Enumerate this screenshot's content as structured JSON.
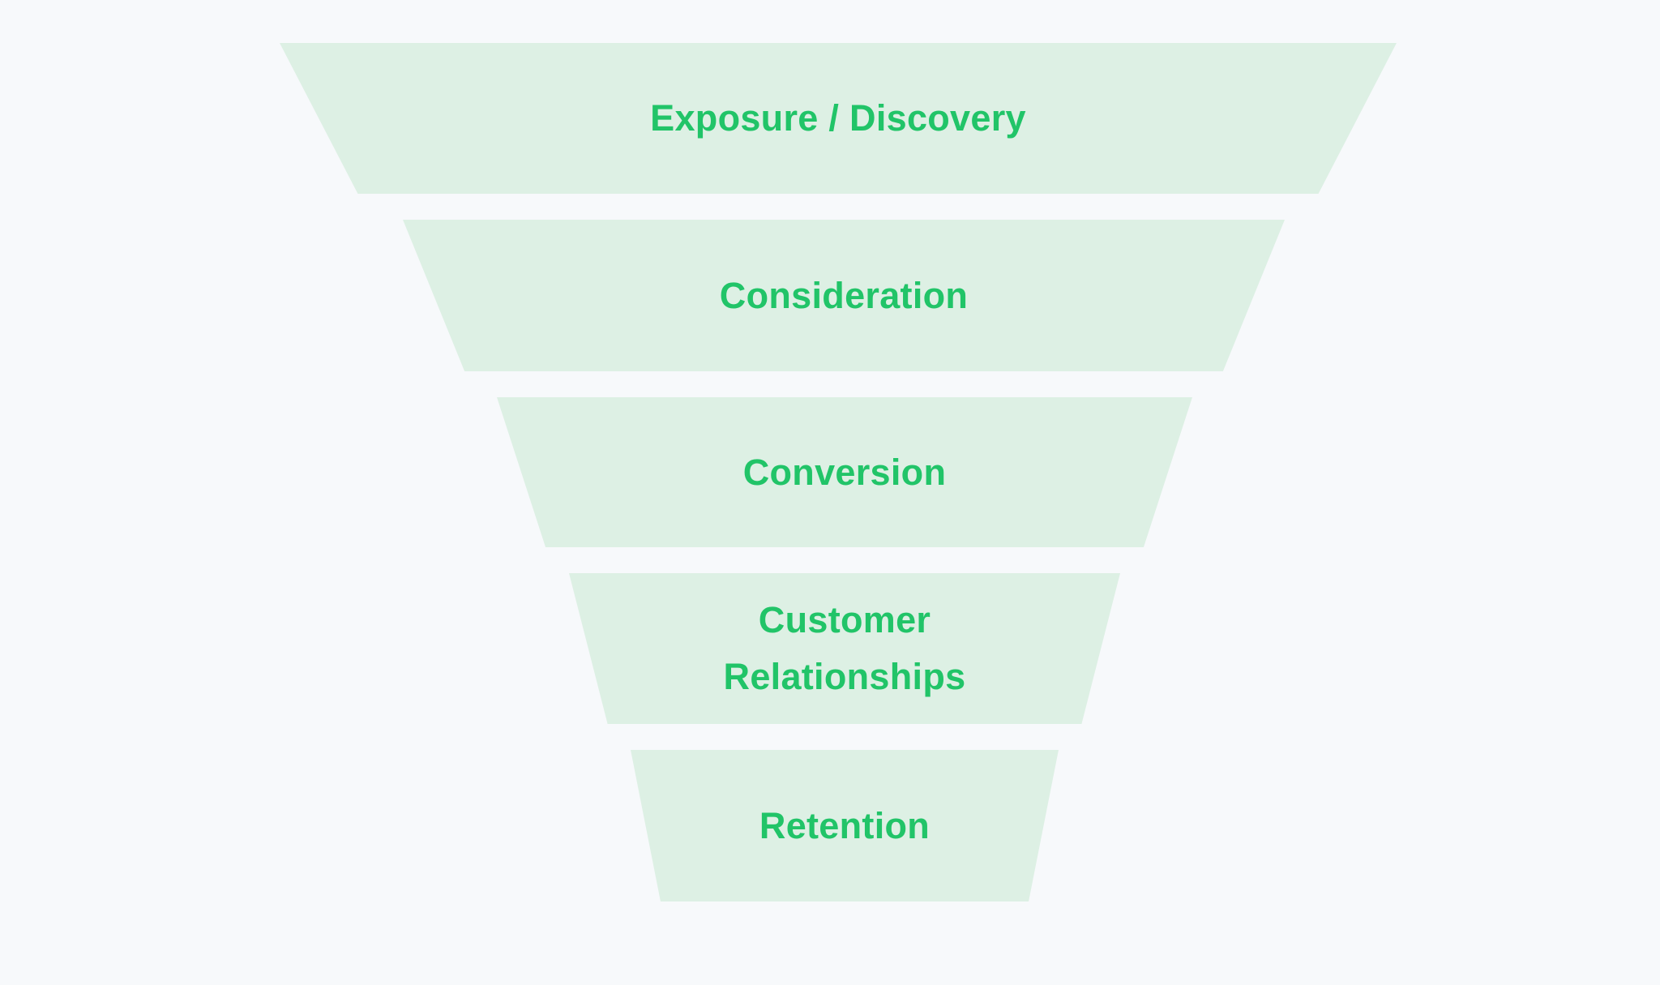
{
  "canvas": {
    "background_color": "#f7f9fb"
  },
  "funnel": {
    "fill_color": "#ddf0e4",
    "label_color": "#21c468",
    "stages": [
      {
        "id": "exposure-discovery",
        "label": "Exposure / Discovery"
      },
      {
        "id": "consideration",
        "label": "Consideration"
      },
      {
        "id": "conversion",
        "label": "Conversion"
      },
      {
        "id": "customer-relationships",
        "label": "Customer Relationships"
      },
      {
        "id": "retention",
        "label": "Retention"
      }
    ]
  },
  "chart_data": {
    "type": "funnel",
    "title": "",
    "categories": [
      "Exposure / Discovery",
      "Consideration",
      "Conversion",
      "Customer Relationships",
      "Retention"
    ],
    "relative_top_widths": [
      1.0,
      0.79,
      0.62,
      0.49,
      0.38
    ],
    "bottom_to_top_width_ratio": 0.86,
    "orientation": "top-wide-descending",
    "values_labeled": false,
    "legend": "none",
    "grid": false
  }
}
